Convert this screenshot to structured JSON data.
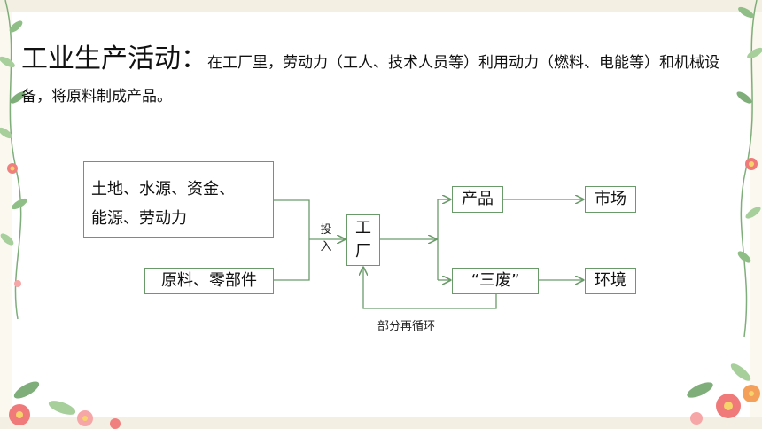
{
  "heading": {
    "lead": "工业生产活动：",
    "body": "在工厂里，劳动力（工人、技术人员等）利用动力（燃料、电能等）和机械设备，将原料制成产品。"
  },
  "diagram": {
    "resources_line1": "土地、水源、资金、",
    "resources_line2": "能源、劳动力",
    "materials": "原料、零部件",
    "input_label_1": "投",
    "input_label_2": "入",
    "factory_1": "工",
    "factory_2": "厂",
    "product": "产品",
    "market": "市场",
    "waste": "“三废”",
    "environment": "环境",
    "recycle_label": "部分再循环"
  },
  "colors": {
    "line": "#6a9a6a",
    "leaf": "#7fae7a",
    "flower": "#f07a7a"
  }
}
